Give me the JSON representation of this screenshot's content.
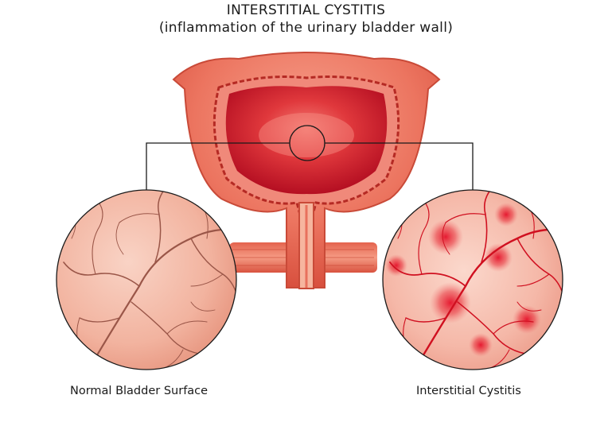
{
  "title": "INTERSTITIAL CYSTITIS",
  "subtitle": "(inflammation of the urinary bladder wall)",
  "left_label": "Normal Bladder Surface",
  "right_label": "Interstitial Cystitis",
  "colors": {
    "bladder_outer": "#e8705c",
    "bladder_inner": "#c8182a",
    "normal_tissue": "#f3b5a2",
    "normal_vessel": "#9a5648",
    "inflamed_tissue": "#f7c0b2",
    "inflamed_vessel": "#d01020",
    "lesion": "#e51b2b"
  }
}
